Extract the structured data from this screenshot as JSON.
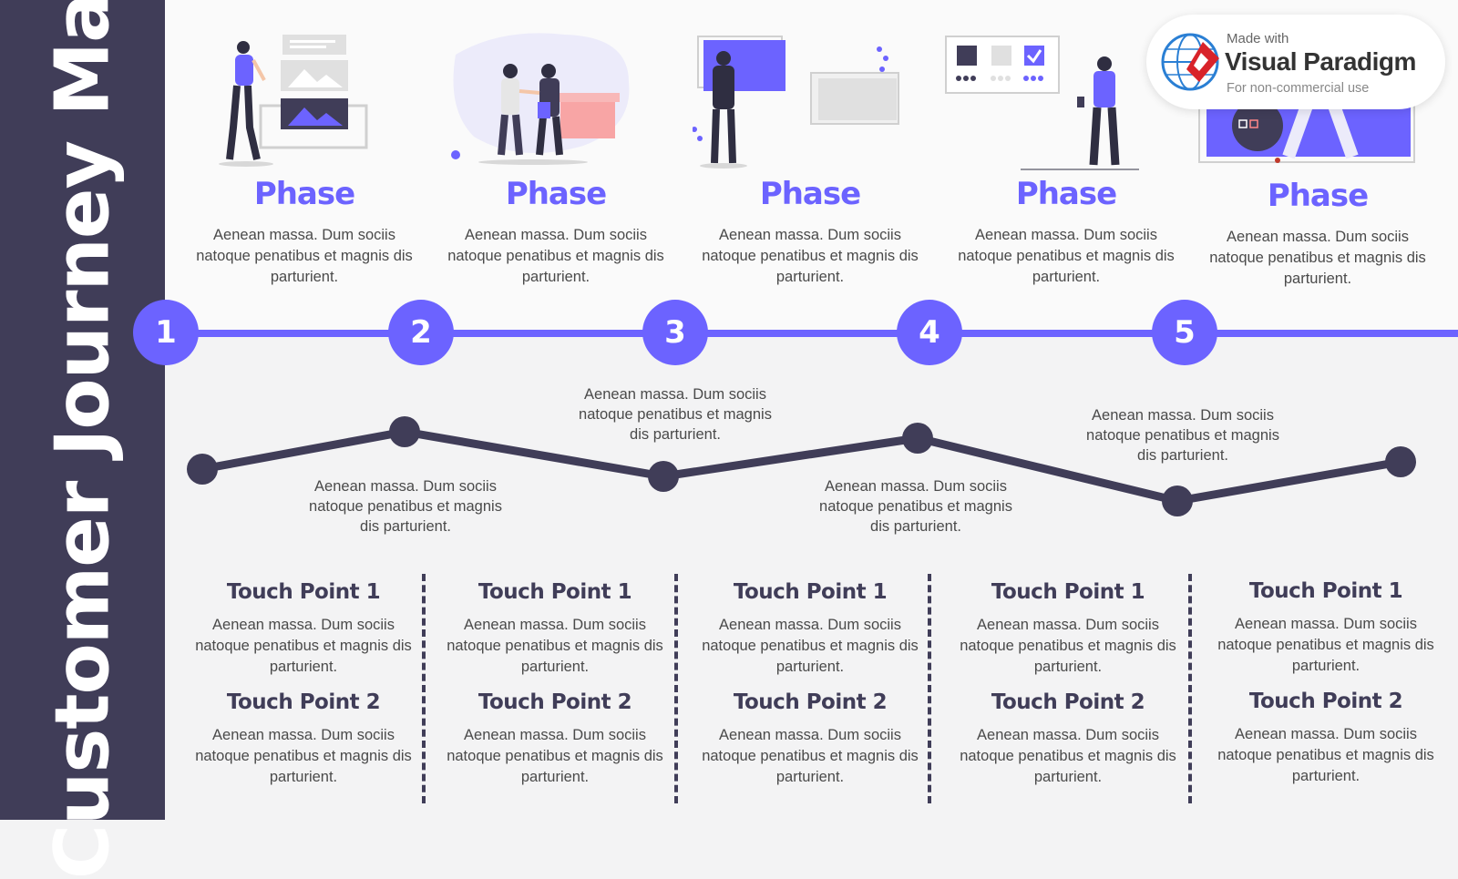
{
  "title": "Customer Journey Map",
  "colors": {
    "sidebar": "#403d58",
    "accent": "#6c63ff",
    "line": "#403d58",
    "background": "#f3f3f4",
    "band": "#fafafa",
    "text": "#4a4a4a"
  },
  "phases": [
    {
      "number": "1",
      "title": "Phase",
      "text": "Aenean massa. Dum sociis natoque penatibus et magnis dis parturient.",
      "icon": "person-with-image-cards-illustration"
    },
    {
      "number": "2",
      "title": "Phase",
      "text": "Aenean massa. Dum sociis natoque penatibus et magnis dis parturient.",
      "icon": "handshake-meeting-illustration"
    },
    {
      "number": "3",
      "title": "Phase",
      "text": "Aenean massa. Dum sociis natoque penatibus et magnis dis parturient.",
      "icon": "person-at-screens-illustration"
    },
    {
      "number": "4",
      "title": "Phase",
      "text": "Aenean massa. Dum sociis natoque penatibus et magnis dis parturient.",
      "icon": "person-with-phone-illustration"
    },
    {
      "number": "5",
      "title": "Phase",
      "text": "Aenean massa. Dum sociis natoque penatibus et magnis dis parturient.",
      "icon": "person-at-board-illustration"
    }
  ],
  "emotion_notes": [
    "Aenean massa. Dum sociis natoque penatibus et magnis dis parturient.",
    "Aenean massa. Dum sociis natoque penatibus et magnis dis parturient.",
    "Aenean massa. Dum sociis natoque penatibus et magnis dis parturient.",
    "Aenean massa. Dum sociis natoque penatibus et magnis dis parturient."
  ],
  "touchpoints": [
    {
      "tp1_title": "Touch Point 1",
      "tp1_text": "Aenean massa. Dum sociis natoque penatibus et magnis dis parturient.",
      "tp2_title": "Touch Point 2",
      "tp2_text": "Aenean massa. Dum sociis natoque penatibus et magnis dis parturient."
    },
    {
      "tp1_title": "Touch Point 1",
      "tp1_text": "Aenean massa. Dum sociis natoque penatibus et magnis dis parturient.",
      "tp2_title": "Touch Point 2",
      "tp2_text": "Aenean massa. Dum sociis natoque penatibus et magnis dis parturient."
    },
    {
      "tp1_title": "Touch Point 1",
      "tp1_text": "Aenean massa. Dum sociis natoque penatibus et magnis dis parturient.",
      "tp2_title": "Touch Point 2",
      "tp2_text": "Aenean massa. Dum sociis natoque penatibus et magnis dis parturient."
    },
    {
      "tp1_title": "Touch Point 1",
      "tp1_text": "Aenean massa. Dum sociis natoque penatibus et magnis dis parturient.",
      "tp2_title": "Touch Point 2",
      "tp2_text": "Aenean massa. Dum sociis natoque penatibus et magnis dis parturient."
    },
    {
      "tp1_title": "Touch Point 1",
      "tp1_text": "Aenean massa. Dum sociis natoque penatibus et magnis dis parturient.",
      "tp2_title": "Touch Point 2",
      "tp2_text": "Aenean massa. Dum sociis natoque penatibus et magnis dis parturient."
    }
  ],
  "watermark": {
    "made_with": "Made with",
    "name": "Visual Paradigm",
    "sub": "For non-commercial use",
    "icon": "visual-paradigm-logo-icon"
  }
}
